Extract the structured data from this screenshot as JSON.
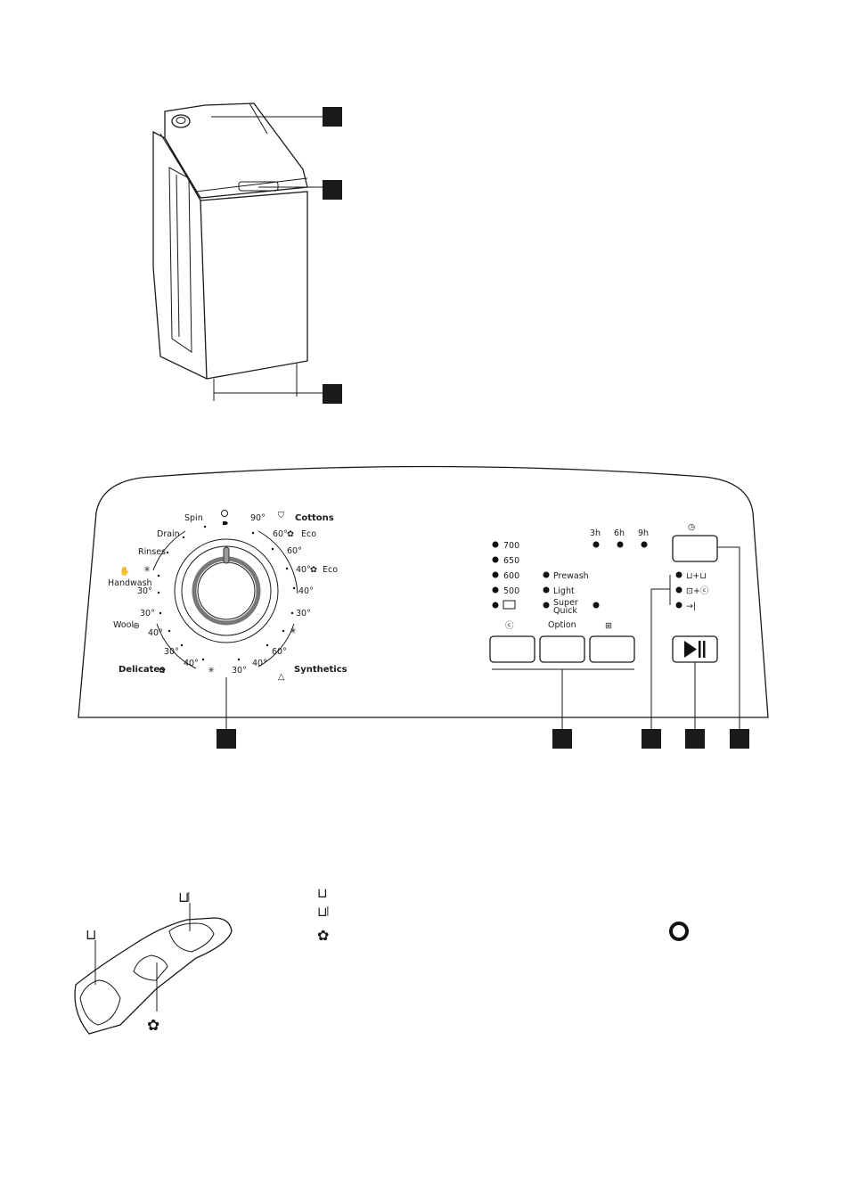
{
  "dial": {
    "off_symbol": "O",
    "labels": {
      "spin": "Spin",
      "drain": "Drain",
      "rinses": "Rinses",
      "handwash": "Handwash",
      "handwash_temp": "30°",
      "wool": "Wool",
      "wool_temp_a": "30°",
      "wool_temp_b": "40°",
      "delicates": "Delicates",
      "delicates_temp_30": "30°",
      "delicates_temp_40": "40°",
      "cold_30": "30°",
      "synthetics": "Synthetics",
      "synthetics_40": "40°",
      "synthetics_60": "60°",
      "synthetics_30": "30°",
      "cottons_40": "40°",
      "cottons_40_eco": "40°",
      "eco_a": "Eco",
      "cottons_60": "60°",
      "cottons_60_eco": "60°",
      "eco_b": "Eco",
      "cottons_90": "90°",
      "cottons": "Cottons"
    }
  },
  "spin_speeds": [
    "700",
    "650",
    "600",
    "500"
  ],
  "options": [
    "Prewash",
    "Light",
    "Super",
    "Quick"
  ],
  "delay_times": [
    "3h",
    "6h",
    "9h"
  ],
  "buttons": {
    "option_label": "Option"
  }
}
